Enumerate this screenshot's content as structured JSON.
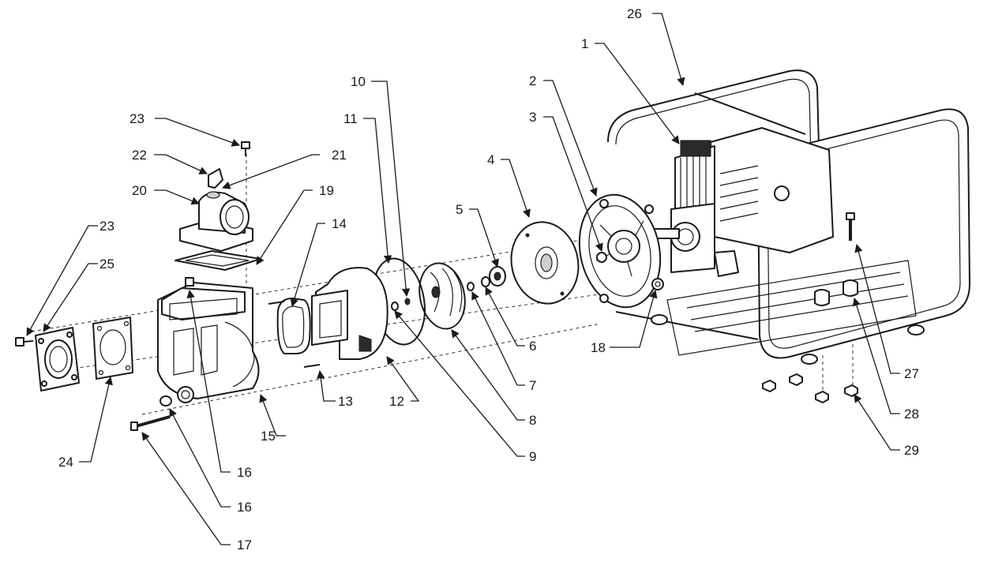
{
  "callouts": [
    {
      "id": "c1",
      "label": "1"
    },
    {
      "id": "c2",
      "label": "2"
    },
    {
      "id": "c3",
      "label": "3"
    },
    {
      "id": "c4",
      "label": "4"
    },
    {
      "id": "c5",
      "label": "5"
    },
    {
      "id": "c6",
      "label": "6"
    },
    {
      "id": "c7",
      "label": "7"
    },
    {
      "id": "c8",
      "label": "8"
    },
    {
      "id": "c9",
      "label": "9"
    },
    {
      "id": "c10",
      "label": "10"
    },
    {
      "id": "c11",
      "label": "11"
    },
    {
      "id": "c12",
      "label": "12"
    },
    {
      "id": "c13",
      "label": "13"
    },
    {
      "id": "c14",
      "label": "14"
    },
    {
      "id": "c15",
      "label": "15"
    },
    {
      "id": "c16a",
      "label": "16"
    },
    {
      "id": "c16b",
      "label": "16"
    },
    {
      "id": "c17",
      "label": "17"
    },
    {
      "id": "c18",
      "label": "18"
    },
    {
      "id": "c19",
      "label": "19"
    },
    {
      "id": "c20",
      "label": "20"
    },
    {
      "id": "c21",
      "label": "21"
    },
    {
      "id": "c22",
      "label": "22"
    },
    {
      "id": "c23a",
      "label": "23"
    },
    {
      "id": "c23b",
      "label": "23"
    },
    {
      "id": "c24",
      "label": "24"
    },
    {
      "id": "c25",
      "label": "25"
    },
    {
      "id": "c26",
      "label": "26"
    },
    {
      "id": "c27",
      "label": "27"
    },
    {
      "id": "c28",
      "label": "28"
    },
    {
      "id": "c29",
      "label": "29"
    }
  ]
}
